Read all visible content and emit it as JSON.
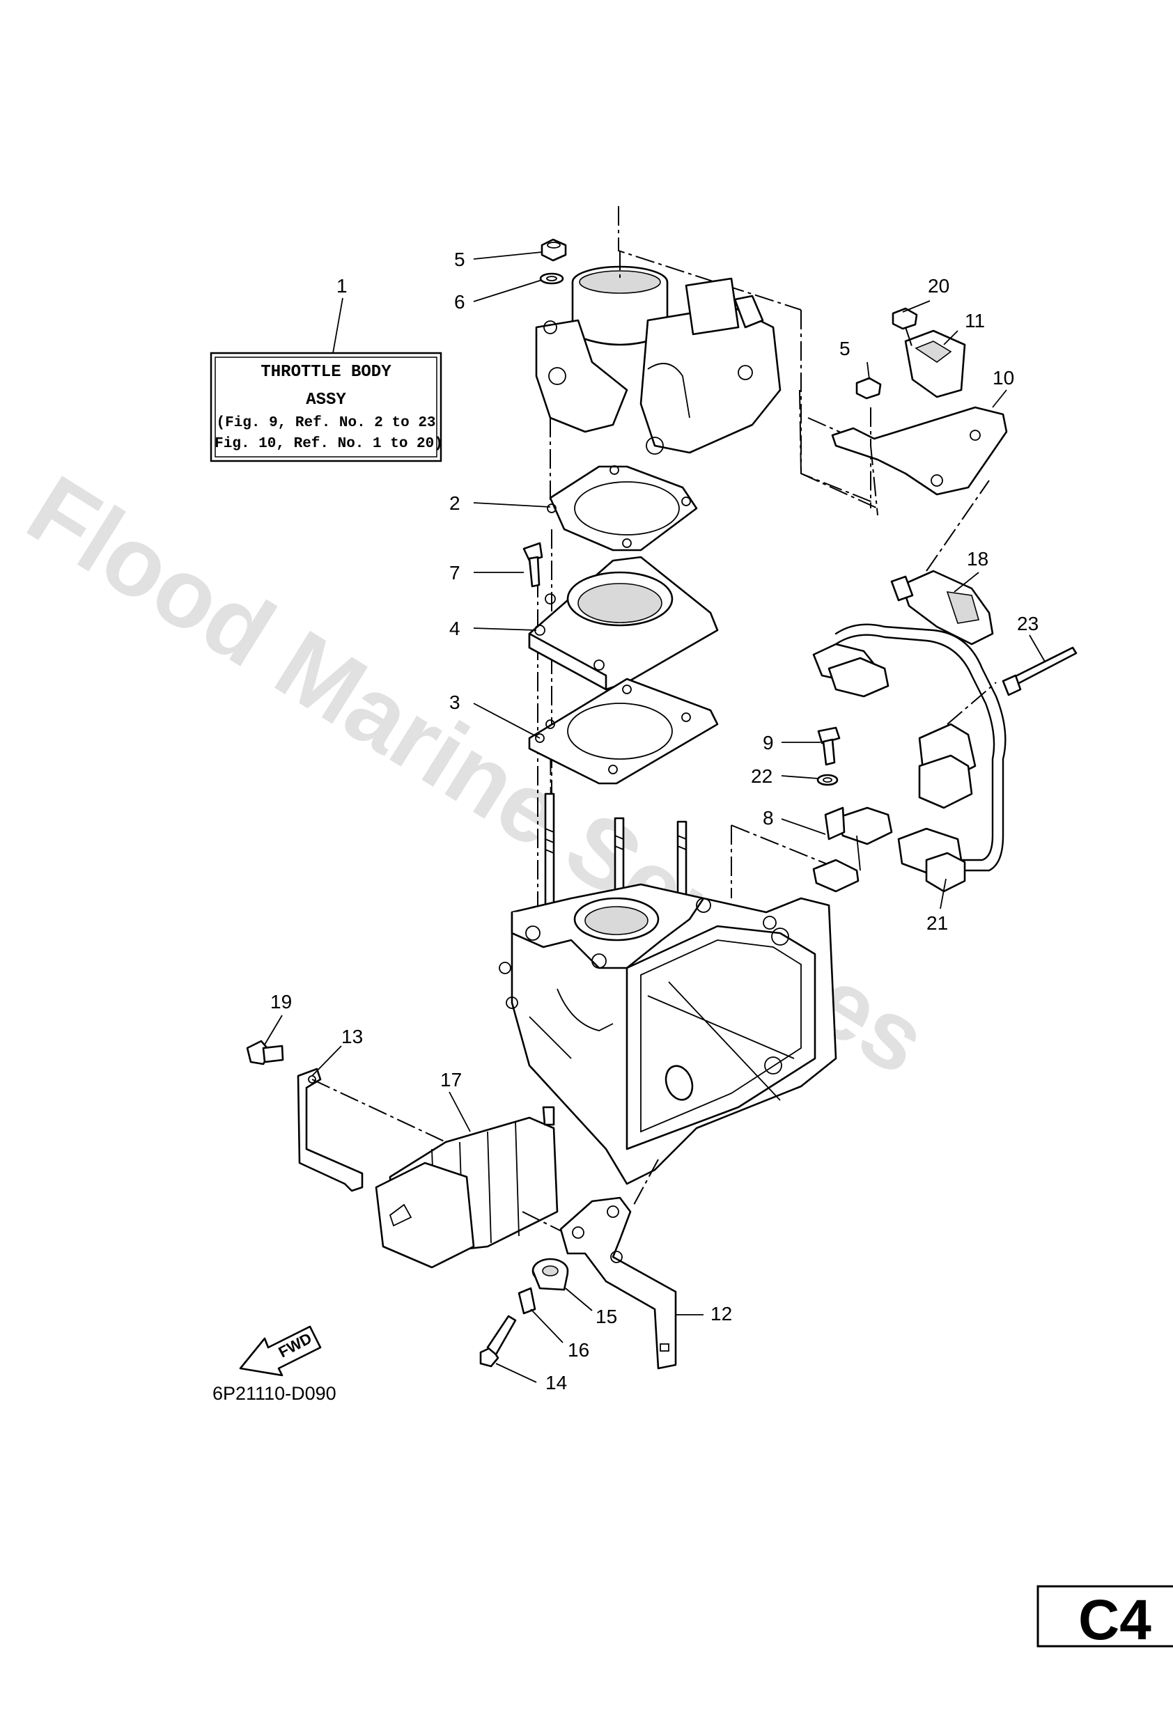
{
  "watermark": "Flood Marine Services",
  "label_box": {
    "title": "THROTTLE BODY",
    "subtitle": "ASSY",
    "line1": "(Fig. 9, Ref. No. 2 to 23",
    "line2": "Fig. 10, Ref. No. 1 to 20)"
  },
  "callouts": {
    "c1": "1",
    "c2": "2",
    "c3": "3",
    "c4": "4",
    "c5a": "5",
    "c5b": "5",
    "c6": "6",
    "c7": "7",
    "c8": "8",
    "c9": "9",
    "c10": "10",
    "c11": "11",
    "c12": "12",
    "c13": "13",
    "c14": "14",
    "c15": "15",
    "c16": "16",
    "c17": "17",
    "c18": "18",
    "c19": "19",
    "c20": "20",
    "c21": "21",
    "c22": "22",
    "c23": "23"
  },
  "fwd_arrow_label": "FWD",
  "part_code": "6P21110-D090",
  "page_id": "C4"
}
